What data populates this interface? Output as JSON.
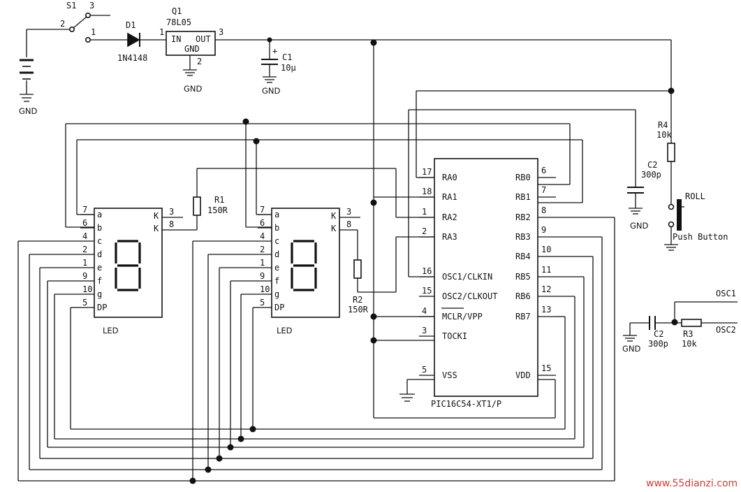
{
  "components": {
    "switch": {
      "ref": "S1",
      "pin_a": "2",
      "pin_b": "3",
      "pin_c": "1"
    },
    "diode": {
      "ref": "D1",
      "part": "1N4148"
    },
    "regulator": {
      "ref": "Q1",
      "part": "78L05",
      "in": "IN",
      "out": "OUT",
      "gnd": "GND",
      "pin_in": "1",
      "pin_gnd": "2",
      "pin_out": "3"
    },
    "c1": {
      "ref": "C1",
      "value": "10μ",
      "plus": "+"
    },
    "c2": {
      "ref": "C2",
      "value": "300p"
    },
    "c2b": {
      "ref": "C2",
      "value": "300p"
    },
    "r1": {
      "ref": "R1",
      "value": "150R"
    },
    "r2": {
      "ref": "R2",
      "value": "150R"
    },
    "r3": {
      "ref": "R3",
      "value": "10k"
    },
    "r4": {
      "ref": "R4",
      "value": "10k"
    },
    "button": {
      "label": "ROLL",
      "name": "Push Button"
    },
    "osc": {
      "osc1": "OSC1",
      "osc2": "OSC2"
    },
    "gnd": "GND"
  },
  "led": {
    "label": "LED",
    "pins_left": [
      {
        "pin": "7",
        "name": "a"
      },
      {
        "pin": "6",
        "name": "b"
      },
      {
        "pin": "4",
        "name": "c"
      },
      {
        "pin": "2",
        "name": "d"
      },
      {
        "pin": "1",
        "name": "e"
      },
      {
        "pin": "9",
        "name": "f"
      },
      {
        "pin": "10",
        "name": "g"
      },
      {
        "pin": "5",
        "name": "DP"
      }
    ],
    "pins_right": [
      {
        "pin": "3",
        "name": "K"
      },
      {
        "pin": "8",
        "name": "K"
      }
    ]
  },
  "mcu": {
    "part": "PIC16C54-XT1/P",
    "left": [
      {
        "pin": "17",
        "name": "RA0"
      },
      {
        "pin": "18",
        "name": "RA1"
      },
      {
        "pin": "1",
        "name": "RA2"
      },
      {
        "pin": "2",
        "name": "RA3"
      },
      {
        "pin": "16",
        "name": "OSC1/CLKIN"
      },
      {
        "pin": "15",
        "name": "OSC2/CLKOUT"
      },
      {
        "pin": "4",
        "name": "MCLR/VPP"
      },
      {
        "pin": "3",
        "name": "TOCKI"
      },
      {
        "pin": "5",
        "name": "VSS"
      }
    ],
    "right": [
      {
        "pin": "6",
        "name": "RB0"
      },
      {
        "pin": "7",
        "name": "RB1"
      },
      {
        "pin": "8",
        "name": "RB2"
      },
      {
        "pin": "9",
        "name": "RB3"
      },
      {
        "pin": "10",
        "name": "RB4"
      },
      {
        "pin": "11",
        "name": "RB5"
      },
      {
        "pin": "12",
        "name": "RB6"
      },
      {
        "pin": "13",
        "name": "RB7"
      },
      {
        "pin": "15",
        "name": "VDD"
      }
    ]
  },
  "watermark": "www.55dianzi.com"
}
